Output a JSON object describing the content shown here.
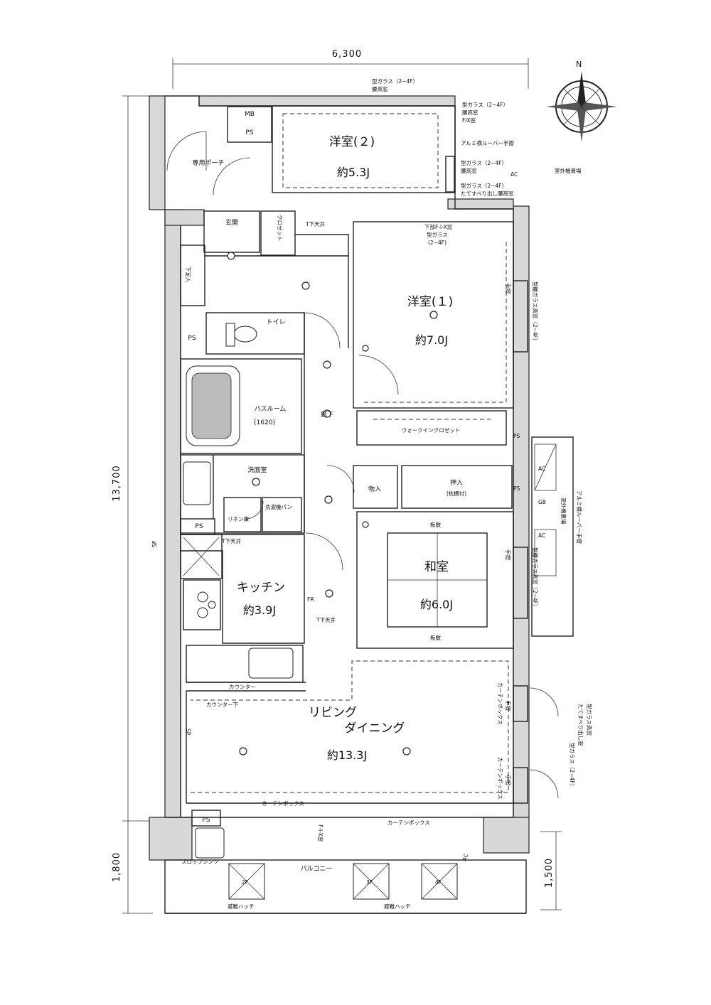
{
  "dimensions": {
    "top_width": "6,300",
    "left_height": "13,700",
    "left_balcony": "1,800",
    "right_balcony": "1,500"
  },
  "compass": {
    "north": "N"
  },
  "rooms": {
    "western2": {
      "name": "洋室(２)",
      "size": "約5.3J"
    },
    "western1": {
      "name": "洋室(１)",
      "size": "約7.0J"
    },
    "japanese": {
      "name": "和室",
      "size": "約6.0J"
    },
    "kitchen": {
      "name": "キッチン",
      "size": "約3.9J"
    },
    "living": {
      "name_line1": "リビング",
      "name_line2": "ダイニング",
      "size": "約13.3J"
    },
    "bathroom": {
      "name": "バスルーム",
      "spec": "(1620)"
    },
    "washroom": {
      "name": "洗面室"
    },
    "toilet": {
      "name": "トイレ"
    },
    "hallway": {
      "name": "廊下"
    },
    "entrance": {
      "name": "玄関"
    },
    "porch": {
      "name": "専用ポーチ"
    },
    "walkin": {
      "name": "ウォークインクロゼット"
    },
    "storage": {
      "name": "物入"
    },
    "oshiire": {
      "name": "押入",
      "sub": "(枕棚付)"
    },
    "balcony": {
      "name": "バルコニー"
    }
  },
  "labels": {
    "mbps": "MB",
    "mbps2": "PS",
    "ps": "PS",
    "closet": "クロゼット",
    "t_upper": "T下天井",
    "shoebox": "下足入",
    "counter": "カウンター",
    "counter_below": "カウンター下",
    "curtain_box": "カーテンボックス",
    "linen": "リネン庫",
    "laundry": "洗濯機パン",
    "fr": "FR",
    "sp": "SP",
    "itajiki": "板敷",
    "slop_sink": "スロップシンク",
    "evac_hatch": "避難ハッチ",
    "floor_2f": "2F",
    "floor_3f": "3F",
    "floor_4f": "4F",
    "ac": "AC",
    "gb": "GB",
    "fix_window": "F-I-X窓",
    "glass_top1": "型ガラス（2~4F）",
    "glass_top1b": "腰高窓",
    "glass_top2": "型ガラス（2~4F）",
    "glass_top2b": "腰高窓",
    "glass_top2c": "FIX窓",
    "louver_top": "アルミ横ルーバー手摺",
    "glass_mid1": "型ガラス（2~4F）",
    "glass_mid1b": "腰高窓",
    "outdoor_unit": "室外機置場",
    "glass_mid2": "型ガラス（2~4F）",
    "glass_mid2b": "たてすべり出し腰高窓",
    "lower_fix": "下部F-I-X窓",
    "lower_fix_b": "型ガラス",
    "lower_fix_c": "(2~4F)",
    "right_glass1": "型腰ガラス高窓（2~4F）",
    "right_louver": "アルミ横ルーバー手摺",
    "right_outdoor": "室外機置場",
    "right_glass2": "型腰ガラス高窓（2~4F）",
    "right_glass3a": "型ガラス高窓",
    "right_glass3b": "たてすべり出し窓",
    "right_glass3c": "型ガラス（2~4F）",
    "handrail": "手摺"
  }
}
